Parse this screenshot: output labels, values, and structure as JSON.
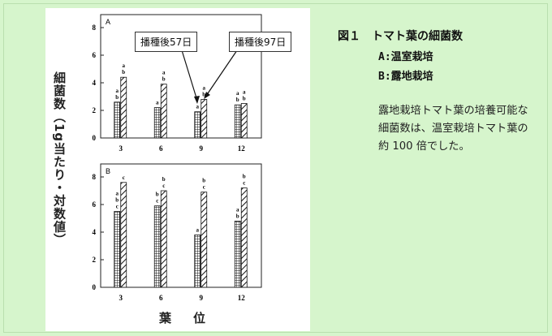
{
  "figure": {
    "title": "図１　トマト葉の細菌数",
    "sub_a": "A:温室栽培",
    "sub_b": "B:露地栽培",
    "description": "露地栽培トマト葉の培養可能な細菌数は、温室栽培トマト葉の約 100 倍でした。"
  },
  "axis": {
    "ylabel": "細菌数（1g当たり・対数値）",
    "xlabel": "葉　位"
  },
  "callouts": {
    "day57": "播種後57日",
    "day97": "播種後97日"
  },
  "chart_data": [
    {
      "type": "bar",
      "panel_label": "A",
      "categories": [
        "3",
        "6",
        "9",
        "12"
      ],
      "ylim": [
        0,
        8
      ],
      "yticks": [
        "0",
        "2",
        "4",
        "6",
        "8"
      ],
      "series": [
        {
          "name": "播種後57日",
          "values": [
            2.6,
            2.2,
            1.9,
            2.4
          ],
          "letters": [
            "a\nb",
            "a",
            "a",
            "a\nb"
          ]
        },
        {
          "name": "播種後97日",
          "values": [
            4.4,
            3.9,
            2.8,
            2.5
          ],
          "letters": [
            "a\nb",
            "a\nb",
            "a\nb",
            "a\nb"
          ]
        }
      ]
    },
    {
      "type": "bar",
      "panel_label": "B",
      "categories": [
        "3",
        "6",
        "9",
        "12"
      ],
      "ylim": [
        0,
        8
      ],
      "yticks": [
        "0",
        "2",
        "4",
        "6",
        "8"
      ],
      "series": [
        {
          "name": "播種後57日",
          "values": [
            5.5,
            5.9,
            3.8,
            4.8
          ],
          "letters": [
            "a\nb\nc",
            "b\nc",
            "a",
            "a\nb"
          ]
        },
        {
          "name": "播種後97日",
          "values": [
            7.6,
            7.0,
            6.9,
            7.2
          ],
          "letters": [
            "c",
            "b\nc",
            "b\nc",
            "b\nc"
          ]
        }
      ]
    }
  ],
  "colors": {
    "background": "#d6f5cc",
    "panel": "#ffffff",
    "ink": "#222222"
  }
}
